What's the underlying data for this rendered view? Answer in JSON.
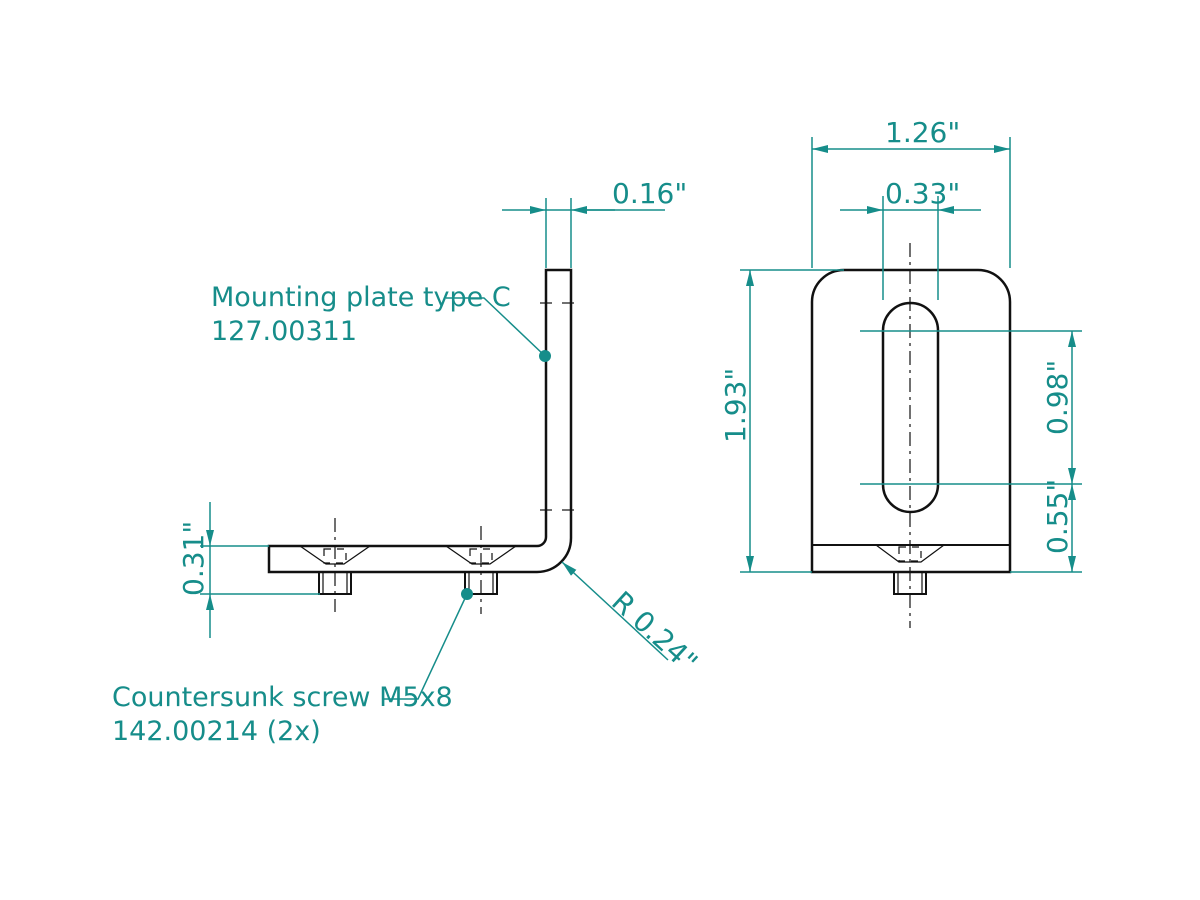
{
  "colors": {
    "dimension": "#168d8a",
    "part": "#111111",
    "background": "#ffffff"
  },
  "dimensions": {
    "thickness": "0.16\"",
    "width": "1.26\"",
    "slot_width": "0.33\"",
    "height": "1.93\"",
    "slot_length": "0.98\"",
    "slot_offset": "0.55\"",
    "base_height": "0.31\"",
    "bend_radius": "R 0.24\""
  },
  "labels": {
    "plate": {
      "name": "Mounting plate type C",
      "part_no": "127.00311"
    },
    "screw": {
      "name": "Countersunk screw M5x8",
      "part_no": "142.00214 (2x)"
    }
  }
}
